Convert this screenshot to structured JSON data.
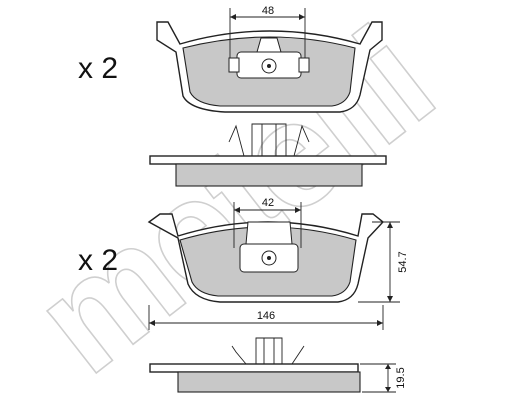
{
  "quantities": {
    "top": "x 2",
    "bottom": "x 2"
  },
  "brand_watermark": "metelli",
  "dimensions": {
    "top_width": "48",
    "bottom_width": "42",
    "height": "54.7",
    "length": "146",
    "thickness": "19.5"
  },
  "colors": {
    "pad_fill": "#c8c8c8",
    "line": "#222222",
    "watermark": "#cfcfcf"
  }
}
